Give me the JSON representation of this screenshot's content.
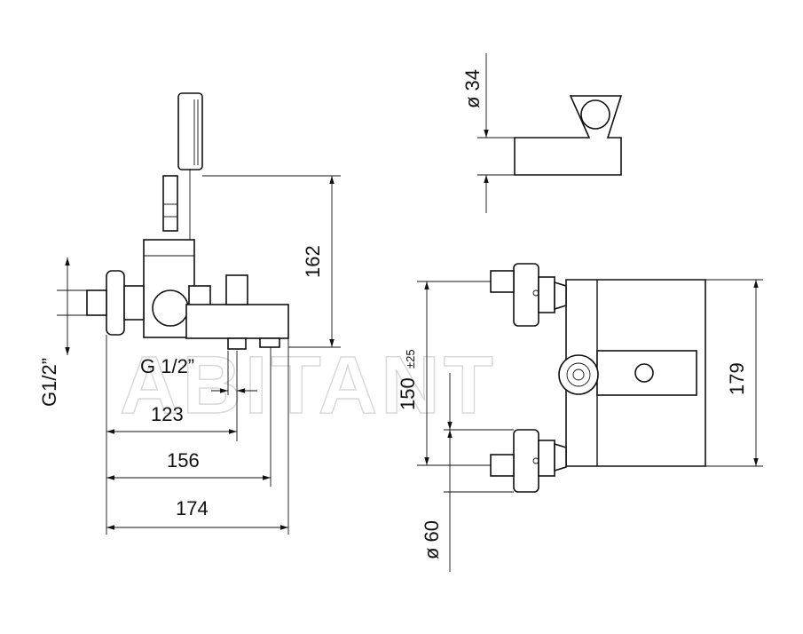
{
  "watermark": "ABITANT",
  "dimensions": {
    "thread_left": "G1/2”",
    "thread_spout": "G 1/2”",
    "d_123": "123",
    "d_156": "156",
    "d_174": "174",
    "d_162": "162",
    "dia_34": "ø 34",
    "d_150": "150",
    "d_150_tol": "±25",
    "d_179": "179",
    "dia_60": "ø 60"
  }
}
